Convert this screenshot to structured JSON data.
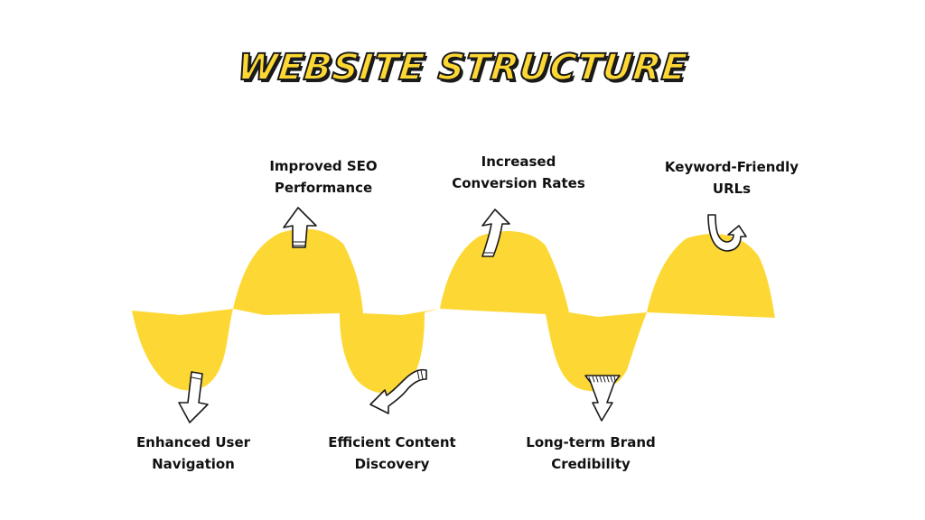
{
  "title": "WEBSITE STRUCTURE",
  "colors": {
    "wave": "#FDD835",
    "ink": "#1a1a1a",
    "title_fill": "#FDD835"
  },
  "benefits_top": [
    {
      "line1": "Improved SEO",
      "line2": "Performance"
    },
    {
      "line1": "Increased",
      "line2": "Conversion Rates"
    },
    {
      "line1": "Keyword-Friendly",
      "line2": "URLs"
    }
  ],
  "benefits_bottom": [
    {
      "line1": "Enhanced User",
      "line2": "Navigation"
    },
    {
      "line1": "Efficient Content",
      "line2": "Discovery"
    },
    {
      "line1": "Long-term Brand",
      "line2": "Credibility"
    }
  ],
  "icons": [
    "arrow-up-icon",
    "curved-arrow-up-icon",
    "hook-arrow-icon",
    "arrow-down-icon",
    "wavy-arrow-icon",
    "funnel-arrow-down-icon"
  ]
}
